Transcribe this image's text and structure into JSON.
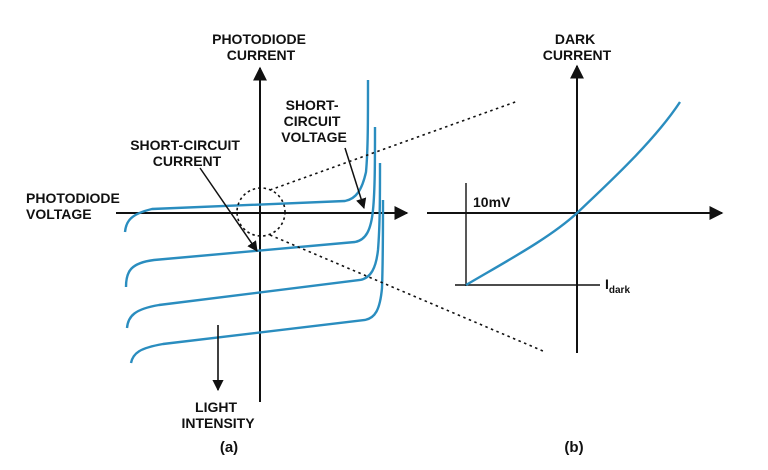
{
  "colors": {
    "curve": "#2a8dbf",
    "axis": "#111111",
    "text": "#111111"
  },
  "panel_a": {
    "caption": "(a)",
    "y_axis_label": [
      "PHOTODIODE",
      "CURRENT"
    ],
    "x_axis_label": [
      "PHOTODIODE",
      "VOLTAGE"
    ],
    "short_circuit_current": [
      "SHORT-CIRCUIT",
      "CURRENT"
    ],
    "short_circuit_voltage": [
      "SHORT-",
      "CIRCUIT",
      "VOLTAGE"
    ],
    "light_intensity": [
      "LIGHT",
      "INTENSITY"
    ]
  },
  "panel_b": {
    "caption": "(b)",
    "y_axis_label": [
      "DARK",
      "CURRENT"
    ],
    "voltage_label": "10mV",
    "dark_current_main": "I",
    "dark_current_sub": "dark"
  }
}
